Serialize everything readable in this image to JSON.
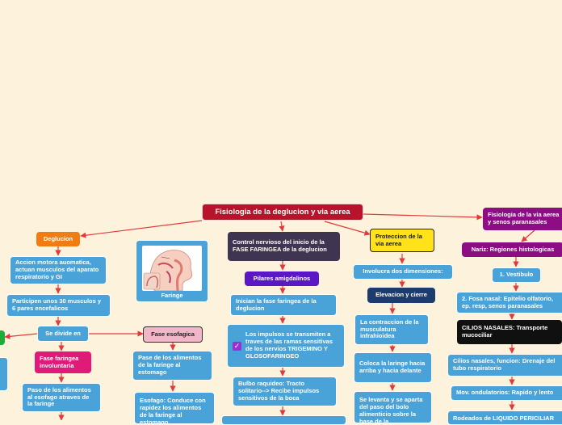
{
  "title": "Fisiologia de la deglucion y via aerea",
  "nodes": {
    "deglucion": "Deglucion",
    "accion_motora": "Accion motora auomatica, actuan musculos del aparato respiratorio y GI",
    "participan": "Participen unos 30 musculos y 6 pares encefalicos",
    "se_divide": "Se divide en",
    "fase_faringea": "Fase faringea involuntaria",
    "paso_alimentos": "Paso de los alimentos al esofago atraves de la faringe",
    "faringe_caption": "Faringe",
    "fase_esofagica": "Fase esofagica",
    "pase_alimentos": "Pase de los alimentos de la faringe al estomago",
    "esofago": "Esofago: Conduce con rapidez los alimentos de la faringe al estomago",
    "control_nervioso": "Control nervioso del inicio de la FASE FARINGEA de la deglucion",
    "pilares": "Pilares amigdalinos",
    "inician": "Inician la fase faringea de la deglucion",
    "impulsos": "Los impulsos se transmiten a traves de las ramas sensitivas de los nervios TRIGEMINO Y GLOSOFARINGEO",
    "bulbo": "Bulbo raquideo: Tracto solitario--> Recibe impulsos sensitivos de la boca",
    "proteccion": "Proteccion de la via aerea",
    "involucra": "Involucra dos dimensiones:",
    "elevacion": "Elevacion y cierre",
    "contraccion": "La contraccion de la musculatura infrahioidea",
    "coloca": "Coloca la laringe hacia arriba y hacia delante",
    "levanta": "Se levanta y se aparta del paso del bolo alimenticio sobre la base de la",
    "fisiologia_senos": "Fisiologia de la via aerea y senos paranasales",
    "nariz": "Nariz: Regiones histologicas",
    "vestibulo": "1. Vestibulo",
    "fosa_nasal": "2. Fosa nasal: Epitelio olfatorio, ep. resp, senos paranasales",
    "cilios_nasales": "CILIOS NASALES: Transporte mucociliar",
    "cilios_funcion": "Cilios nasales, funcion: Drenaje del tubo respiratorio",
    "mov_ondulatorios": "Mov. ondulatorios: Rapido y lento",
    "rodeados": "Rodeados de LIQUIDO PERICILIAR"
  },
  "icons": {
    "faringe_image": "pharynx-anatomy-illustration",
    "check": "checkbox-checked-icon"
  },
  "colors": {
    "background": "#fdf3dd",
    "root": "#b8132a",
    "topic": "#4aa3d8",
    "connector": "#e23a3a"
  }
}
